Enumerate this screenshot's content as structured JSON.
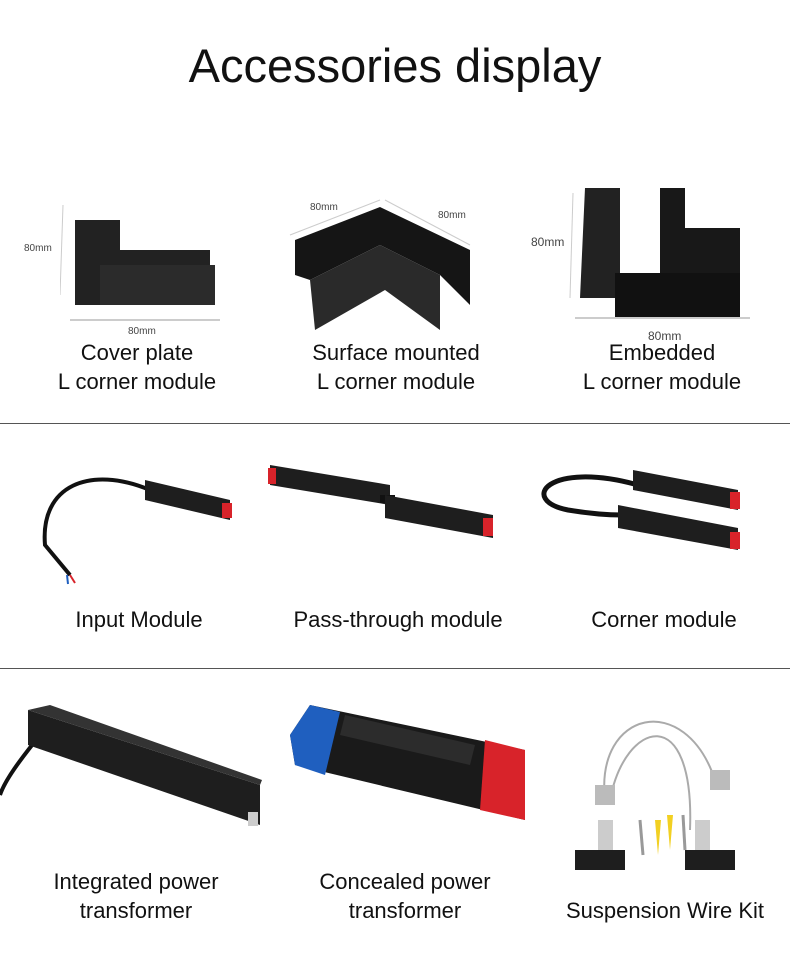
{
  "title": "Accessories display",
  "rows": [
    {
      "items": [
        {
          "label_lines": [
            "Cover plate",
            "L corner module"
          ],
          "dims": [
            "80mm",
            "80mm"
          ]
        },
        {
          "label_lines": [
            "Surface mounted",
            "L corner module"
          ],
          "dims": [
            "80mm",
            "80mm"
          ]
        },
        {
          "label_lines": [
            "Embedded",
            "L corner module"
          ],
          "dims": [
            "80mm",
            "80mm"
          ]
        }
      ]
    },
    {
      "items": [
        {
          "label_lines": [
            "Input Module"
          ]
        },
        {
          "label_lines": [
            "Pass-through module"
          ]
        },
        {
          "label_lines": [
            "Corner module"
          ]
        }
      ]
    },
    {
      "items": [
        {
          "label_lines": [
            "Integrated power",
            "transformer"
          ]
        },
        {
          "label_lines": [
            "Concealed power",
            "transformer"
          ]
        },
        {
          "label_lines": [
            "Suspension Wire Kit"
          ]
        }
      ]
    }
  ],
  "colors": {
    "product": "#1e1e1e",
    "accent_red": "#d8232a",
    "accent_blue": "#1f5fbf"
  }
}
